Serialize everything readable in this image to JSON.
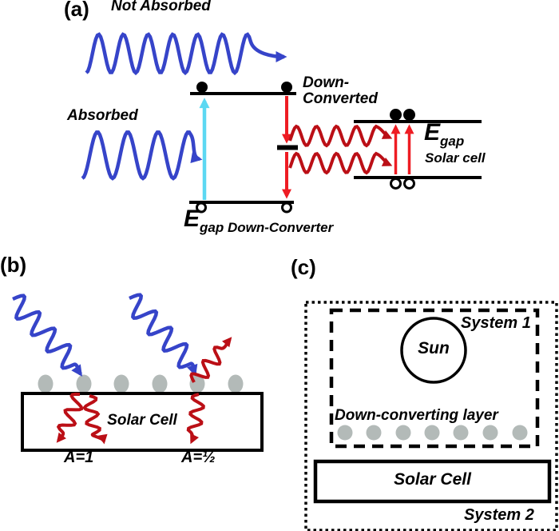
{
  "colors": {
    "blue": "#3644c9",
    "cyan": "#5cd8f2",
    "red": "#ee1c23",
    "dark_red": "#bb0f16",
    "gray": "#b3bab8",
    "black": "#000000"
  },
  "panel_a": {
    "label": "(a)",
    "not_absorbed_label": "Not Absorbed",
    "absorbed_label": "Absorbed",
    "down_converted_line1": "Down-",
    "down_converted_line2": "Converted",
    "egap_solar_symbol": "E",
    "egap_solar_sub": "gap",
    "solar_cell_caption": "Solar cell",
    "egap_dc_symbol": "E",
    "egap_dc_sub": "gap Down-Converter"
  },
  "panel_b": {
    "label": "(b)",
    "solar_cell_label": "Solar Cell",
    "absorptance_full": "A=1",
    "absorptance_half": "A=½"
  },
  "panel_c": {
    "label": "(c)",
    "system1_label": "System 1",
    "sun_label": "Sun",
    "down_converting_layer_label": "Down-converting layer",
    "solar_cell_label": "Solar Cell",
    "system2_label": "System 2"
  }
}
